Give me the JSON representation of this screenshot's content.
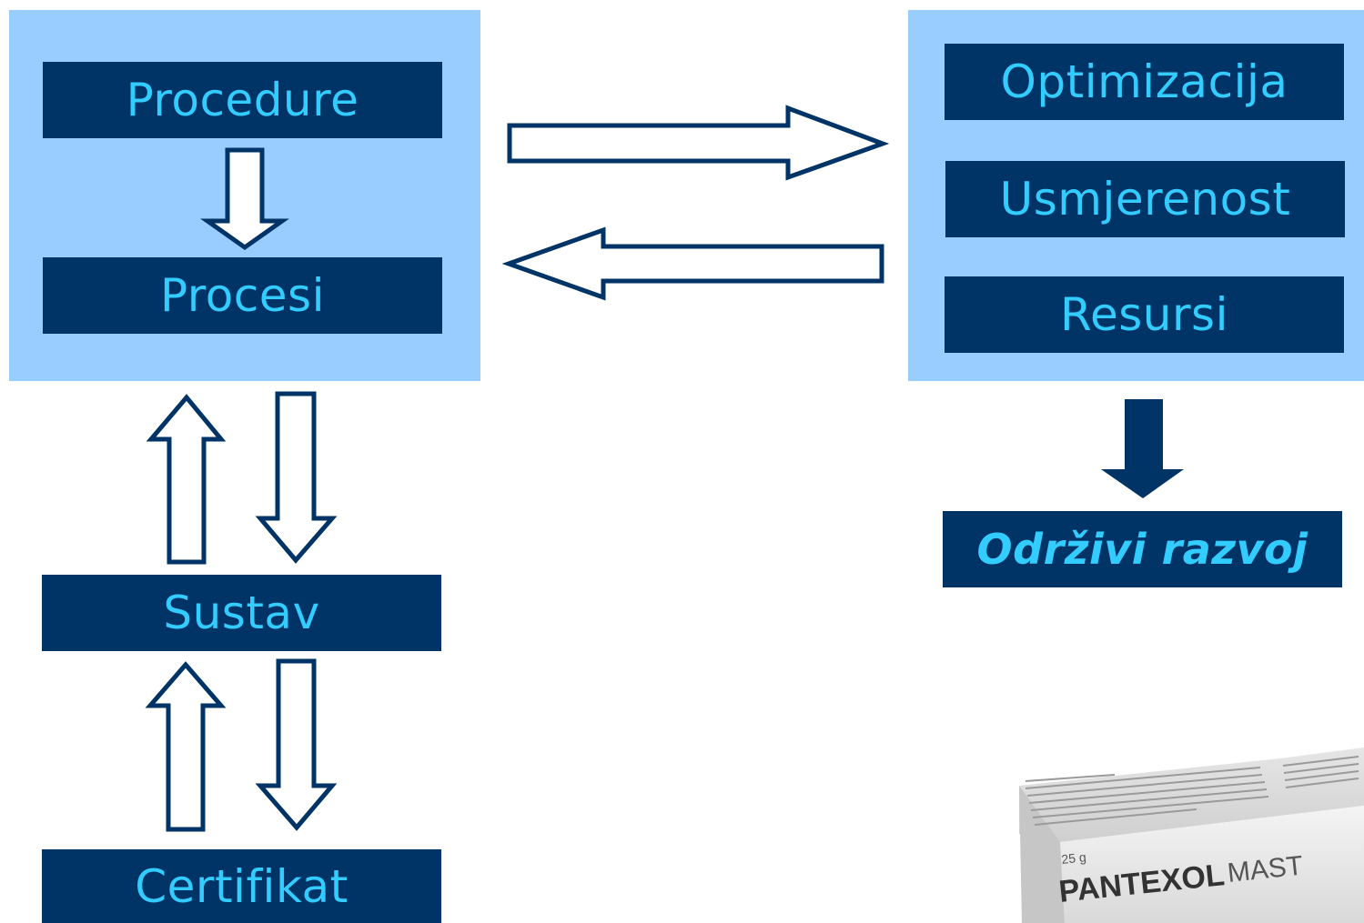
{
  "colors": {
    "panel": "#99ccff",
    "box": "#003366",
    "box_text": "#33ccff",
    "arrow_stroke": "#003366",
    "arrow_fill": "#ffffff"
  },
  "left_group": {
    "procedure": "Procedure",
    "procesi": "Procesi"
  },
  "right_group": {
    "optimizacija": "Optimizacija",
    "usmjerenost": "Usmjerenost",
    "resursi": "Resursi"
  },
  "result": {
    "odrzivi_razvoj": "Održivi razvoj"
  },
  "bottom_chain": {
    "sustav": "Sustav",
    "certifikat": "Certifikat"
  },
  "product_image": {
    "weight": "25 g",
    "brand_bold": "PANTEXOL",
    "brand_light": "MAST"
  }
}
